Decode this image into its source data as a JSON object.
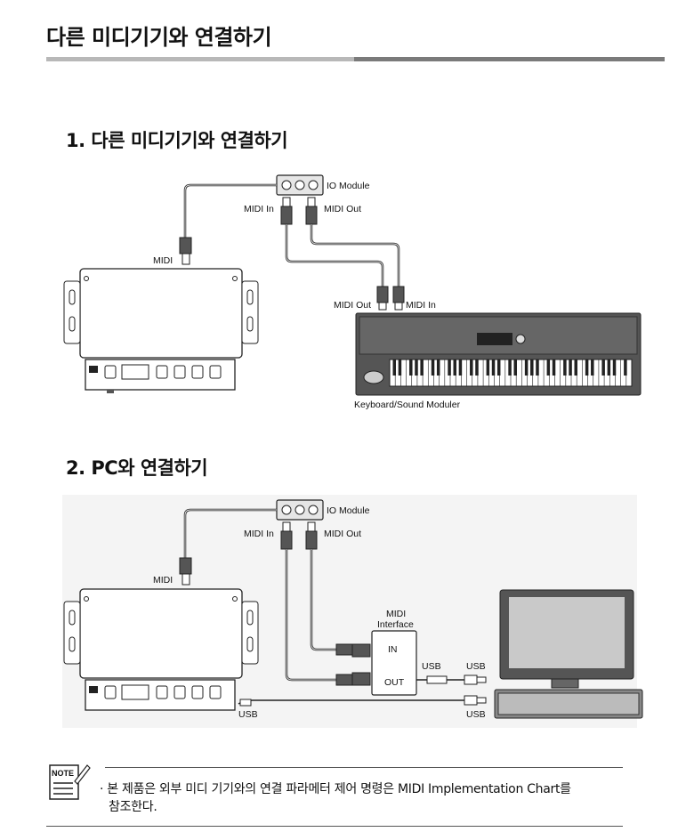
{
  "page": {
    "title": "다른 미디기기와 연결하기"
  },
  "section1": {
    "heading": "1. 다른 미디기기와 연결하기",
    "labels": {
      "io_module": "IO Module",
      "midi_in": "MIDI In",
      "midi_out": "MIDI Out",
      "midi": "MIDI",
      "keyboard_midi_out": "MIDI Out",
      "keyboard_midi_in": "MIDI In",
      "keyboard": "Keyboard/Sound Moduler"
    }
  },
  "section2": {
    "heading": "2. PC와 연결하기",
    "labels": {
      "io_module": "IO Module",
      "midi_in": "MIDI In",
      "midi_out": "MIDI Out",
      "midi": "MIDI",
      "interface_line1": "MIDI",
      "interface_line2": "Interface",
      "interface_in": "IN",
      "interface_out": "OUT",
      "usb_left": "USB",
      "usb_right": "USB",
      "usb_bottom": "USB",
      "usb_pc": "USB"
    }
  },
  "note": {
    "icon_label": "NOTE",
    "icon": "note-pencil-icon",
    "text_line1": "· 본 제품은 외부 미디 기기와의 연결 파라메터 제어 명령은 MIDI Implementation Chart를",
    "text_line2": "참조한다."
  },
  "colors": {
    "title_rule_light": "#b8b8b8",
    "title_rule_dark": "#7a7a7a",
    "diagram_background": "#f4f4f4"
  }
}
